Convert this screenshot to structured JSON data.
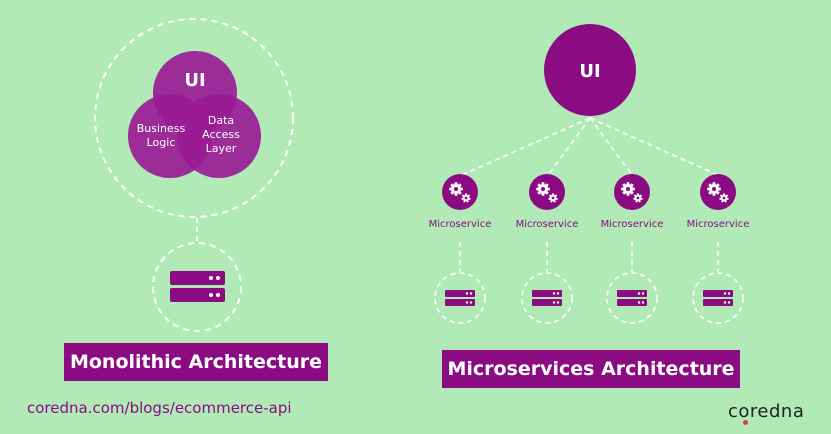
{
  "colors": {
    "background": "#b1eab7",
    "purple": "#8b0b83",
    "purple_circle": "#9a1b95",
    "dashed": "#ffffff",
    "logo_dot": "#e53935"
  },
  "monolith": {
    "title": "Monolithic Architecture",
    "ui_label": "UI",
    "business_label_line1": "Business",
    "business_label_line2": "Logic",
    "data_label_line1": "Data",
    "data_label_line2": "Access",
    "data_label_line3": "Layer"
  },
  "micro": {
    "title": "Microservices Architecture",
    "ui_label": "UI",
    "services": [
      {
        "label": "Microservice"
      },
      {
        "label": "Microservice"
      },
      {
        "label": "Microservice"
      },
      {
        "label": "Microservice"
      }
    ]
  },
  "footer": {
    "url": "coredna.com/blogs/ecommerce-api",
    "logo_part1": "c",
    "logo_part2": "o",
    "logo_part3": "redna"
  }
}
